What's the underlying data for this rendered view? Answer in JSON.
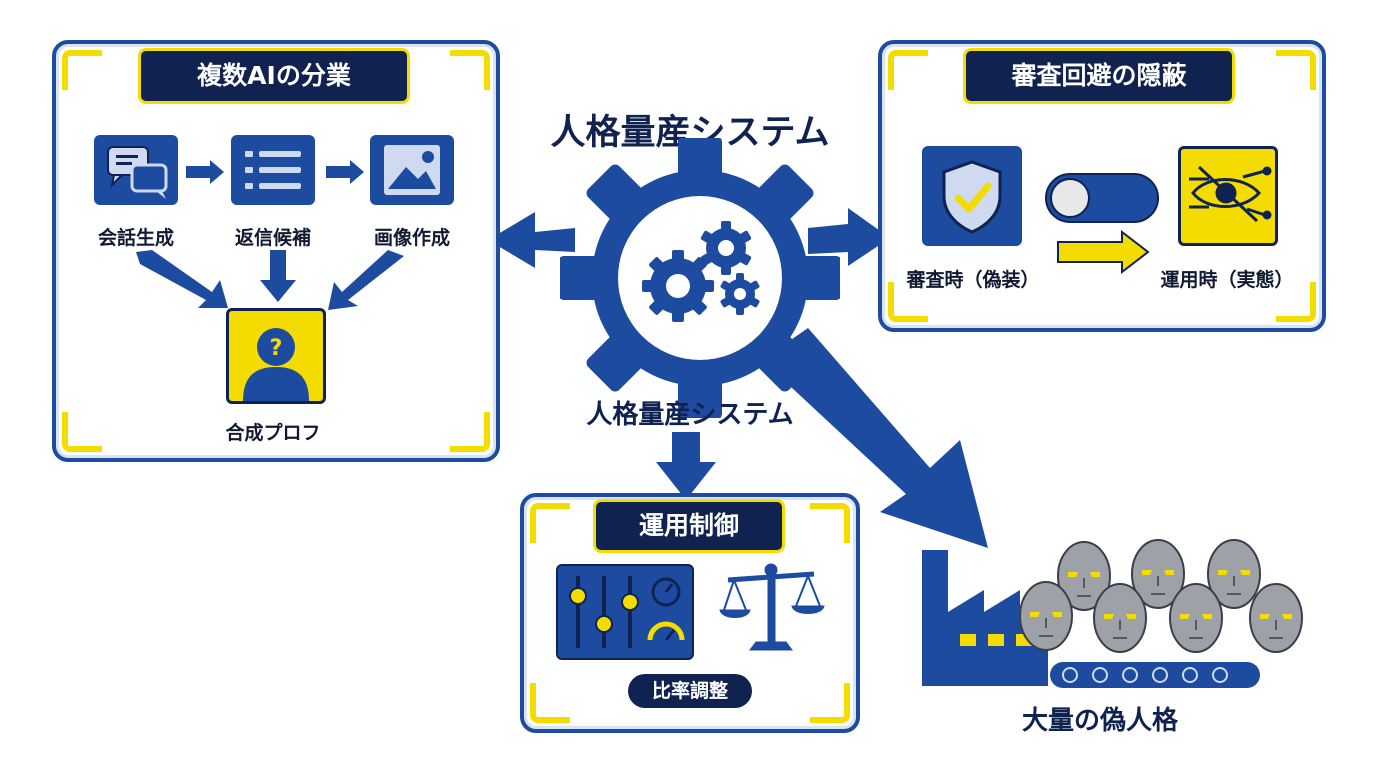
{
  "title_top": "人格量産システム",
  "title_under_gear": "人格量産システム",
  "panel_left": {
    "title": "複数AIの分業",
    "steps": [
      {
        "label": "会話生成",
        "icon": "chat-bubbles-icon"
      },
      {
        "label": "返信候補",
        "icon": "list-icon"
      },
      {
        "label": "画像作成",
        "icon": "image-icon"
      }
    ],
    "output": {
      "label": "合成プロフ",
      "icon": "unknown-person-icon"
    }
  },
  "panel_right": {
    "title": "審査回避の隠蔽",
    "left_label": "審査時（偽装）",
    "right_label": "運用時（実態）",
    "icons": [
      "shield-check-icon",
      "toggle-icon",
      "hidden-eye-icon"
    ]
  },
  "panel_bottom": {
    "title": "運用制御",
    "badge": "比率調整",
    "icons": [
      "sliders-gauge-icon",
      "balance-scale-icon"
    ]
  },
  "factory": {
    "label": "大量の偽人格",
    "icons": [
      "factory-icon",
      "mask-faces-icon",
      "conveyor-belt-icon"
    ]
  },
  "colors": {
    "navy": "#0f2250",
    "blue": "#1c4ba0",
    "yellow": "#f4dc00",
    "gray_face": "#9ea2a8"
  }
}
